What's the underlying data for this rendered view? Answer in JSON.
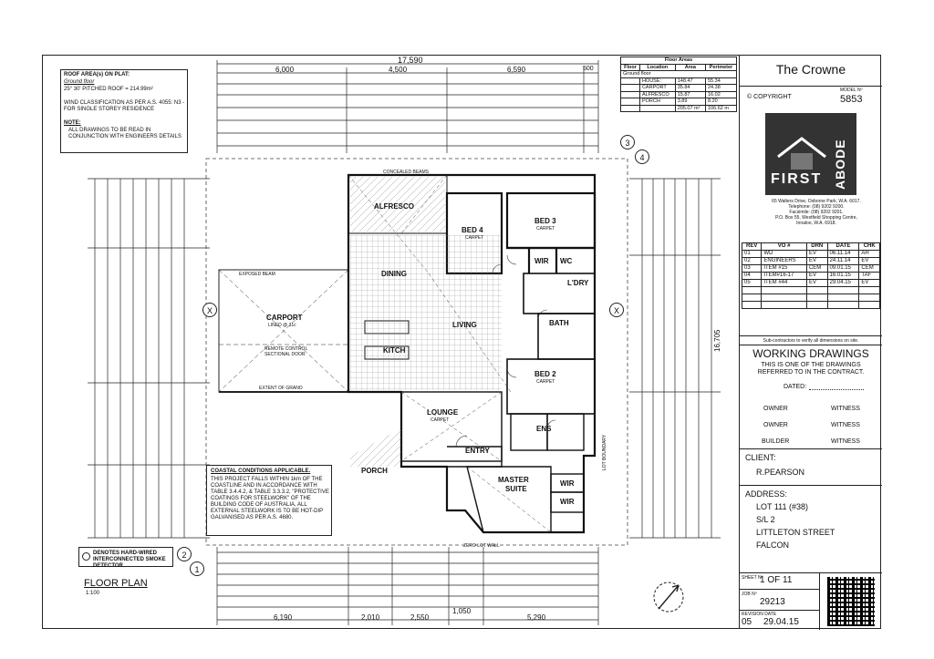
{
  "header": {
    "overall_width": "17,590",
    "top_dims": [
      "6,000",
      "4,500",
      "6,590",
      "500"
    ],
    "right_depth": "16,705",
    "bottom_dims": [
      "6,190",
      "2,010",
      "2,550",
      "1,050",
      "5,290"
    ]
  },
  "roof_notes": {
    "heading": "ROOF AREA(s) ON PLAT:",
    "sub": "Ground floor",
    "pitch": "25° 30' PITCHED ROOF = 214.99m²",
    "wind": "WIND CLASSIFICATION AS PER A.S. 4055: N3 - FOR SINGLE STOREY RESIDENCE",
    "note_label": "NOTE:",
    "note_text": "ALL DRAWINGS TO BE READ IN CONJUNCTION WITH ENGINEERS DETAILS"
  },
  "floor_areas": {
    "title": "Floor Areas",
    "headers": [
      "Floor",
      "Location",
      "Area",
      "Perimeter"
    ],
    "floor": "Ground floor",
    "rows": [
      [
        "HOUSE:",
        "148.47",
        "55.34"
      ],
      [
        "CARPORT",
        "35.84",
        "24.38"
      ],
      [
        "ALFRESCO",
        "15.87",
        "16.02"
      ],
      [
        "PORCH",
        "3.89",
        "8.20"
      ]
    ],
    "total": [
      "205.07 m²",
      "106.62 m"
    ]
  },
  "title_block": {
    "model_name": "The Crowne",
    "copyright": "© COPYRIGHT",
    "model_no_label": "MODEL Nº",
    "model_no": "5853",
    "brand_line1": "FIRST",
    "brand_line2": "ABODE",
    "address": "65 Walters Drive, Osborne Park, W.A. 6017.",
    "telephone": "Telephone: (08) 9202 9200.",
    "facsimile": "Facsimile: (08) 9202 9201.",
    "po_box": "P.O. Box 55, Westfield Shopping Centre,",
    "po_city": "Innaloo, W.A. 6918.",
    "rev_headers": [
      "REV",
      "VO #",
      "DRN",
      "DATE",
      "CHK"
    ],
    "revisions": [
      [
        "01",
        "WD",
        "EV",
        "06.11.14",
        "AH"
      ],
      [
        "02",
        "ENGINEERS",
        "EV",
        "24.11.14",
        "EV"
      ],
      [
        "03",
        "ITEM #15",
        "CEM",
        "09.01.15",
        "CEM"
      ],
      [
        "04",
        "ITEM#16-17",
        "EV",
        "16.01.15",
        "TAF"
      ],
      [
        "05",
        "ITEM #44",
        "EV",
        "29.04.15",
        "EV"
      ]
    ],
    "subcontractors": "Sub-contractors to verify all dimensions on site.",
    "working_drawings": "WORKING DRAWINGS",
    "wd_line1": "THIS IS ONE OF THE DRAWINGS",
    "wd_line2": "REFERRED TO IN THE CONTRACT.",
    "dated": "DATED:",
    "sig_owner": "OWNER",
    "sig_witness": "WITNESS",
    "sig_builder": "BUILDER",
    "client_label": "CLIENT:",
    "client": "R.PEARSON",
    "address_label": "ADDRESS:",
    "addr1": "LOT 111 (#38)",
    "addr2": "S/L 2",
    "addr3": "LITTLETON STREET",
    "addr4": "FALCON",
    "sheet_label": "SHEET Nº",
    "sheet": "1 OF 11",
    "job_label": "JOB Nº",
    "job": "29213",
    "revision_label": "REVISION DATE",
    "revision_no": "05",
    "revision_date": "29.04.15"
  },
  "plan": {
    "rooms": {
      "alfresco": "ALFRESCO",
      "bed4": "BED 4",
      "bed3": "BED 3",
      "dining": "DINING",
      "carport": "CARPORT",
      "living": "LIVING",
      "kitch": "KITCH",
      "bath": "BATH",
      "lndry": "L'DRY",
      "bed2": "BED 2",
      "lounge": "LOUNGE",
      "entry": "ENTRY",
      "porch": "PORCH",
      "master": "MASTER",
      "suite": "SUITE",
      "ens": "ENS",
      "wir1": "WIR",
      "wir2": "WIR",
      "wir3": "WIR",
      "wc": "WC"
    },
    "finish": "CARPET",
    "carport_slab": "LINED @ 31c",
    "exposed_beam": "EXPOSED BEAM",
    "extent_grano": "EXTENT OF GRANO",
    "remote_door": "REMOTE CONTROL SECTIONAL DOOR",
    "zero_lot": "ZERO LOT WALL",
    "lot_boundary": "LOT BOUNDARY",
    "concealed_beams": "CONCEALED BEAMS",
    "grid_markers": [
      "3",
      "4",
      "X",
      "X",
      "2",
      "1"
    ]
  },
  "coastal": {
    "heading": "COASTAL CONDITIONS APPLICABLE.",
    "body": "THIS PROJECT FALLS WITHIN 1km OF THE COASTLINE AND IN ACCORDANCE WITH TABLE 3.4.4.2, & TABLE 3.3.3.2, \"PROTECTIVE COATINGS FOR STEELWORK\" OF THE BUILDING CODE OF AUSTRALIA, ALL EXTERNAL STEELWORK IS TO BE HOT-DIP GALVANISED AS PER A.S. 4680."
  },
  "legend": {
    "smoke": "DENOTES HARD-WIRED INTERCONNECTED SMOKE DETECTOR"
  },
  "footer": {
    "title": "FLOOR PLAN",
    "scale": "1:100"
  }
}
